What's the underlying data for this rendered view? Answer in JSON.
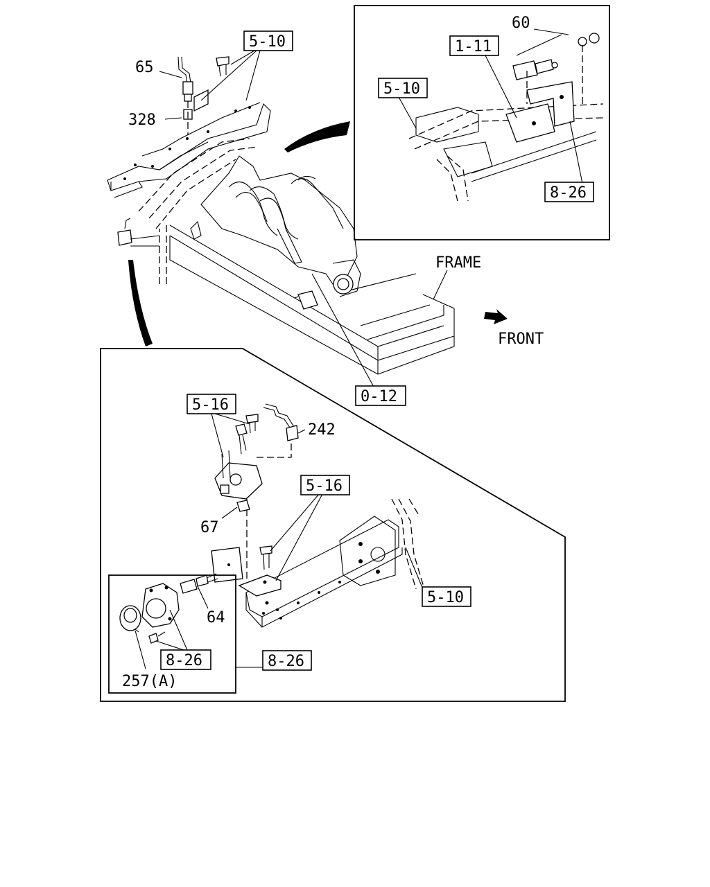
{
  "callouts": {
    "p65": "65",
    "p328": "328",
    "p60": "60",
    "p242": "242",
    "p67": "67",
    "p64": "64",
    "p257a": "257(A)"
  },
  "refs": {
    "top_5_10": "5-10",
    "inset_1_11": "1-11",
    "inset_5_10": "5-10",
    "inset_8_26": "8-26",
    "main_0_12": "0-12",
    "lower_5_16_a": "5-16",
    "lower_5_16_b": "5-16",
    "lower_5_10": "5-10",
    "lower_8_26": "8-26",
    "sub_8_26": "8-26"
  },
  "labels": {
    "frame": "FRAME",
    "front": "FRONT"
  }
}
